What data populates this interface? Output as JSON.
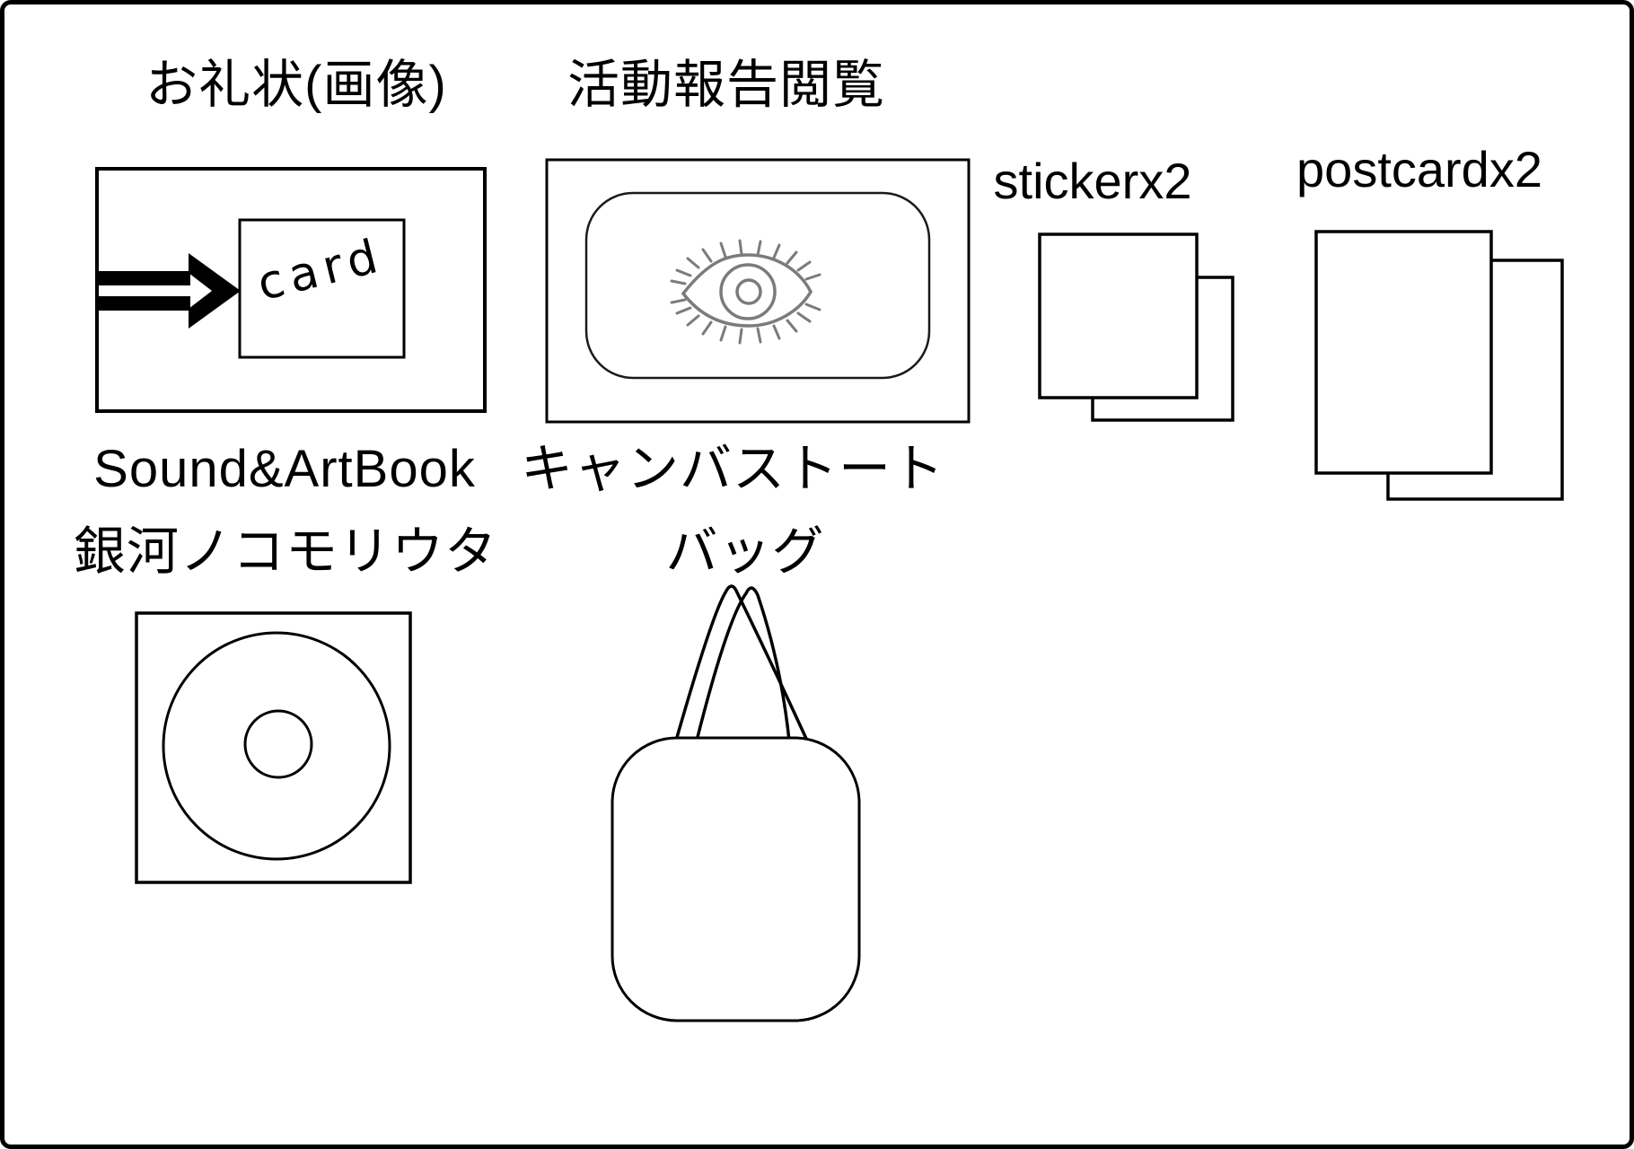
{
  "rewards": {
    "thank_you_letter": {
      "label": "お礼状(画像)",
      "card_text": "card"
    },
    "activity_report": {
      "label": "活動報告閲覧"
    },
    "sticker": {
      "label": "stickerx2",
      "count": 2
    },
    "postcard": {
      "label": "postcardx2",
      "count": 2
    },
    "sound_artbook": {
      "title": "Sound&ArtBook",
      "subtitle": "銀河ノコモリウタ"
    },
    "tote_bag": {
      "title": "キャンバストート",
      "subtitle": "バッグ"
    }
  },
  "icons": {
    "arrow": "double-right-arrow",
    "eye": "eye-outline-with-lashes",
    "cd": "cd-disc-in-square-sleeve",
    "tote": "tote-bag-with-crossed-handles"
  },
  "colors": {
    "ink": "#000000",
    "eye_gray": "#7b7b7b",
    "background": "#ffffff"
  }
}
